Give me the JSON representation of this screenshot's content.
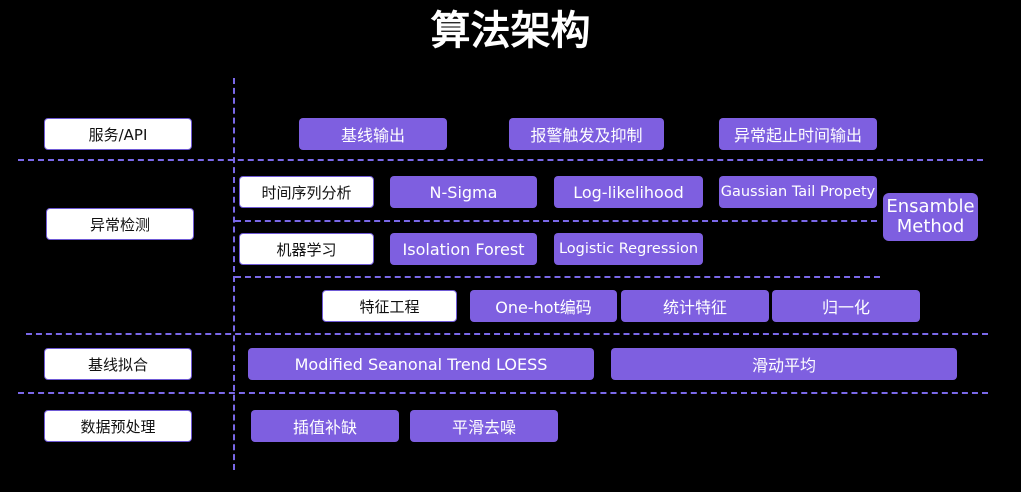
{
  "title": "算法架构",
  "layers": {
    "service": {
      "label": "服务/API",
      "items": [
        "基线输出",
        "报警触发及抑制",
        "异常起止时间输出"
      ]
    },
    "anomaly": {
      "label": "异常检测",
      "time_series": {
        "label": "时间序列分析",
        "items": [
          "N-Sigma",
          "Log-likelihood",
          "Gaussian Tail Propety"
        ]
      },
      "ml": {
        "label": "机器学习",
        "items": [
          "Isolation Forest",
          "Logistic Regression"
        ]
      },
      "ensemble": [
        "Ensamble",
        "Method"
      ],
      "feature": {
        "label": "特征工程",
        "items": [
          "One-hot编码",
          "统计特征",
          "归一化"
        ]
      }
    },
    "baseline": {
      "label": "基线拟合",
      "items": [
        "Modified Seanonal Trend  LOESS",
        "滑动平均"
      ]
    },
    "preprocess": {
      "label": "数据预处理",
      "items": [
        "插值补缺",
        "平滑去噪"
      ]
    }
  },
  "colors": {
    "accent": "#7e5fe0",
    "divider": "#7a68e8",
    "background": "#000000"
  }
}
